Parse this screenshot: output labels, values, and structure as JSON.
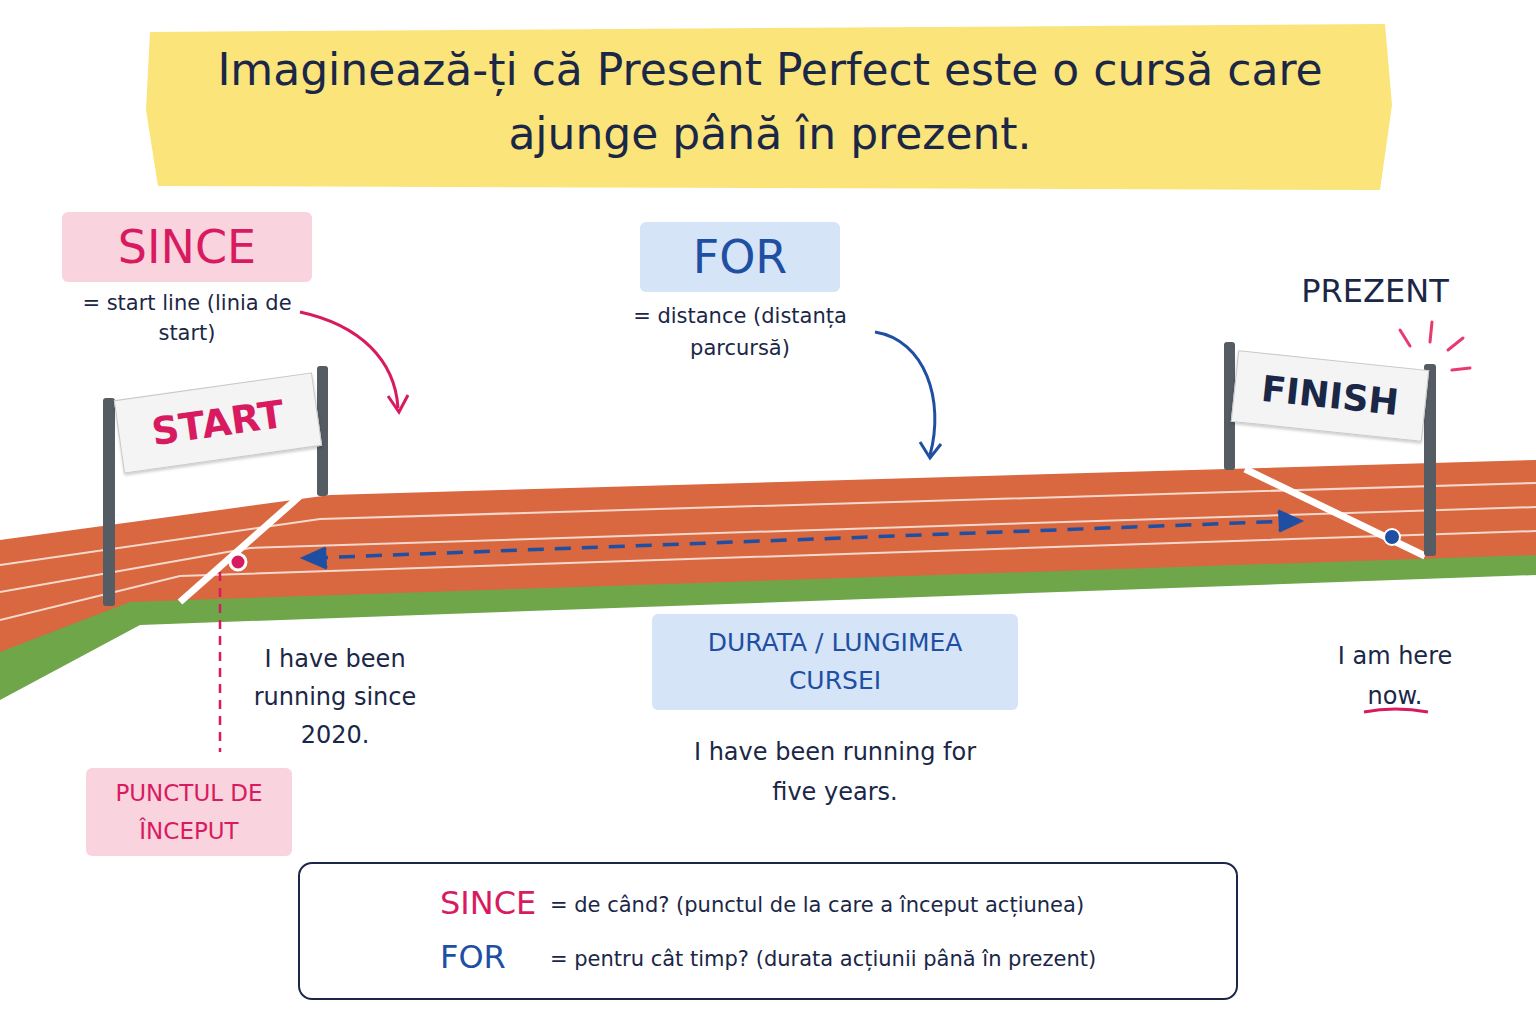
{
  "diagram": {
    "title": "Imaginează-ți că Present Perfect este o cursă care ajunge până în prezent.",
    "nodes": [
      {
        "text": [
          "SINCE",
          "= start line (linia de start)"
        ]
      },
      {
        "text": [
          "FOR",
          "= distance (distanța parcursă)"
        ]
      },
      {
        "text": [
          "START"
        ]
      },
      {
        "text": [
          "FINISH"
        ]
      },
      {
        "text": [
          "DURATA / LUNGIMEA CURSEI"
        ]
      },
      {
        "text": [
          "PUNCTUL DE ÎNCEPUT"
        ]
      },
      {
        "text": [
          "SINCE",
          "= de când? (punctul de la care a început acțiunea)",
          "FOR",
          "= pentru cât timp? (durata acțiunii până în prezent)"
        ]
      }
    ],
    "labels": [
      "PREZENT",
      "I have been running since 2020.",
      "I am here now.",
      "I have been running for five years."
    ]
  }
}
